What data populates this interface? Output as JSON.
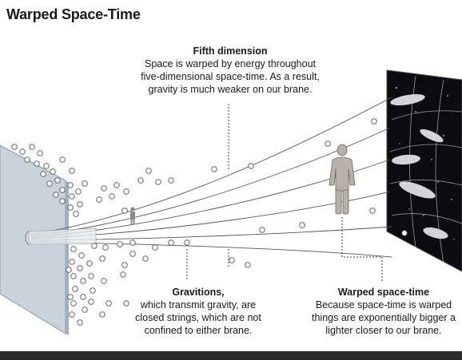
{
  "title": "Warped Space-Time",
  "fifth": {
    "heading": "Fifth dimension",
    "lines": [
      "Space is warped by energy throughout",
      "five-dimensional space-time. As a result,",
      "gravity is much weaker on our brane."
    ]
  },
  "gravitons": {
    "heading": "Gravitions,",
    "lines": [
      "which transmit gravity, are",
      "closed strings, which are not",
      "confined to either brane."
    ]
  },
  "warped": {
    "heading": "Warped space-time",
    "lines": [
      "Because space-time is warped",
      "things are exponentially bigger a",
      "lighter closer to our brane."
    ]
  },
  "colors": {
    "brane": "#c9d3dc",
    "space": "#0b0b12",
    "line": "#555555",
    "figure": "#b9b0a8"
  }
}
